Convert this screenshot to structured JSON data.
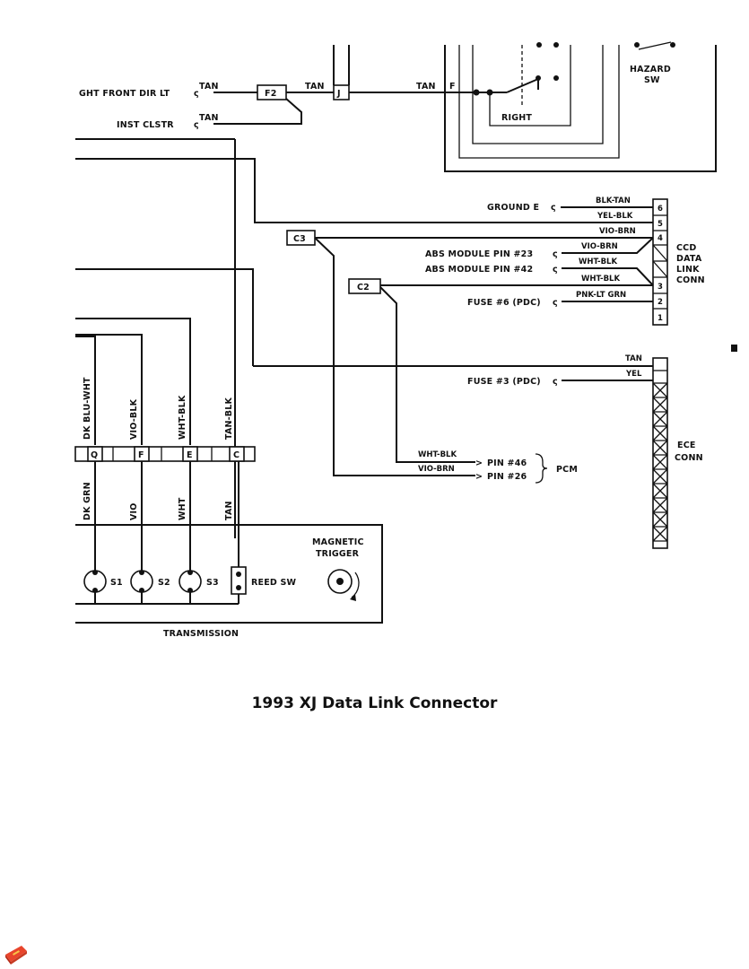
{
  "caption": "1993 XJ Data Link Connector",
  "labels": {
    "right_front_dir_lt": "GHT FRONT DIR LT",
    "inst_clstr": "INST CLSTR",
    "tan": "TAN",
    "f2": "F2",
    "j": "J",
    "f": "F",
    "right": "RIGHT",
    "hazard": "HAZARD",
    "sw": "SW",
    "ground_e": "GROUND E",
    "blk_tan": "BLK-TAN",
    "yel_blk": "YEL-BLK",
    "vio_brn": "VIO-BRN",
    "c3": "C3",
    "c2": "C2",
    "abs23": "ABS MODULE PIN #23",
    "abs42": "ABS MODULE PIN #42",
    "wht_blk": "WHT-BLK",
    "fuse6": "FUSE #6 (PDC)",
    "pnk_lt_grn": "PNK-LT GRN",
    "ccd1": "CCD",
    "ccd2": "DATA",
    "ccd3": "LINK",
    "ccd4": "CONN",
    "pin6": "6",
    "pin5": "5",
    "pin4": "4",
    "pin3": "3",
    "pin2": "2",
    "pin1": "1",
    "fuse3": "FUSE #3 (PDC)",
    "yel": "YEL",
    "ece1": "ECE",
    "ece2": "CONN",
    "pin46": "PIN #46",
    "pin26": "PIN #26",
    "pcm": "PCM",
    "dk_blu_wht": "DK BLU-WHT",
    "vio_blk": "VIO-BLK",
    "tan_blk": "TAN-BLK",
    "q": "Q",
    "e": "E",
    "c": "C",
    "dk_grn": "DK GRN",
    "vio": "VIO",
    "wht": "WHT",
    "magnetic": "MAGNETIC",
    "trigger": "TRIGGER",
    "s1": "S1",
    "s2": "S2",
    "s3": "S3",
    "reed_sw": "REED SW",
    "transmission": "TRANSMISSION"
  },
  "icons": {
    "corner": "app-logo-icon"
  }
}
